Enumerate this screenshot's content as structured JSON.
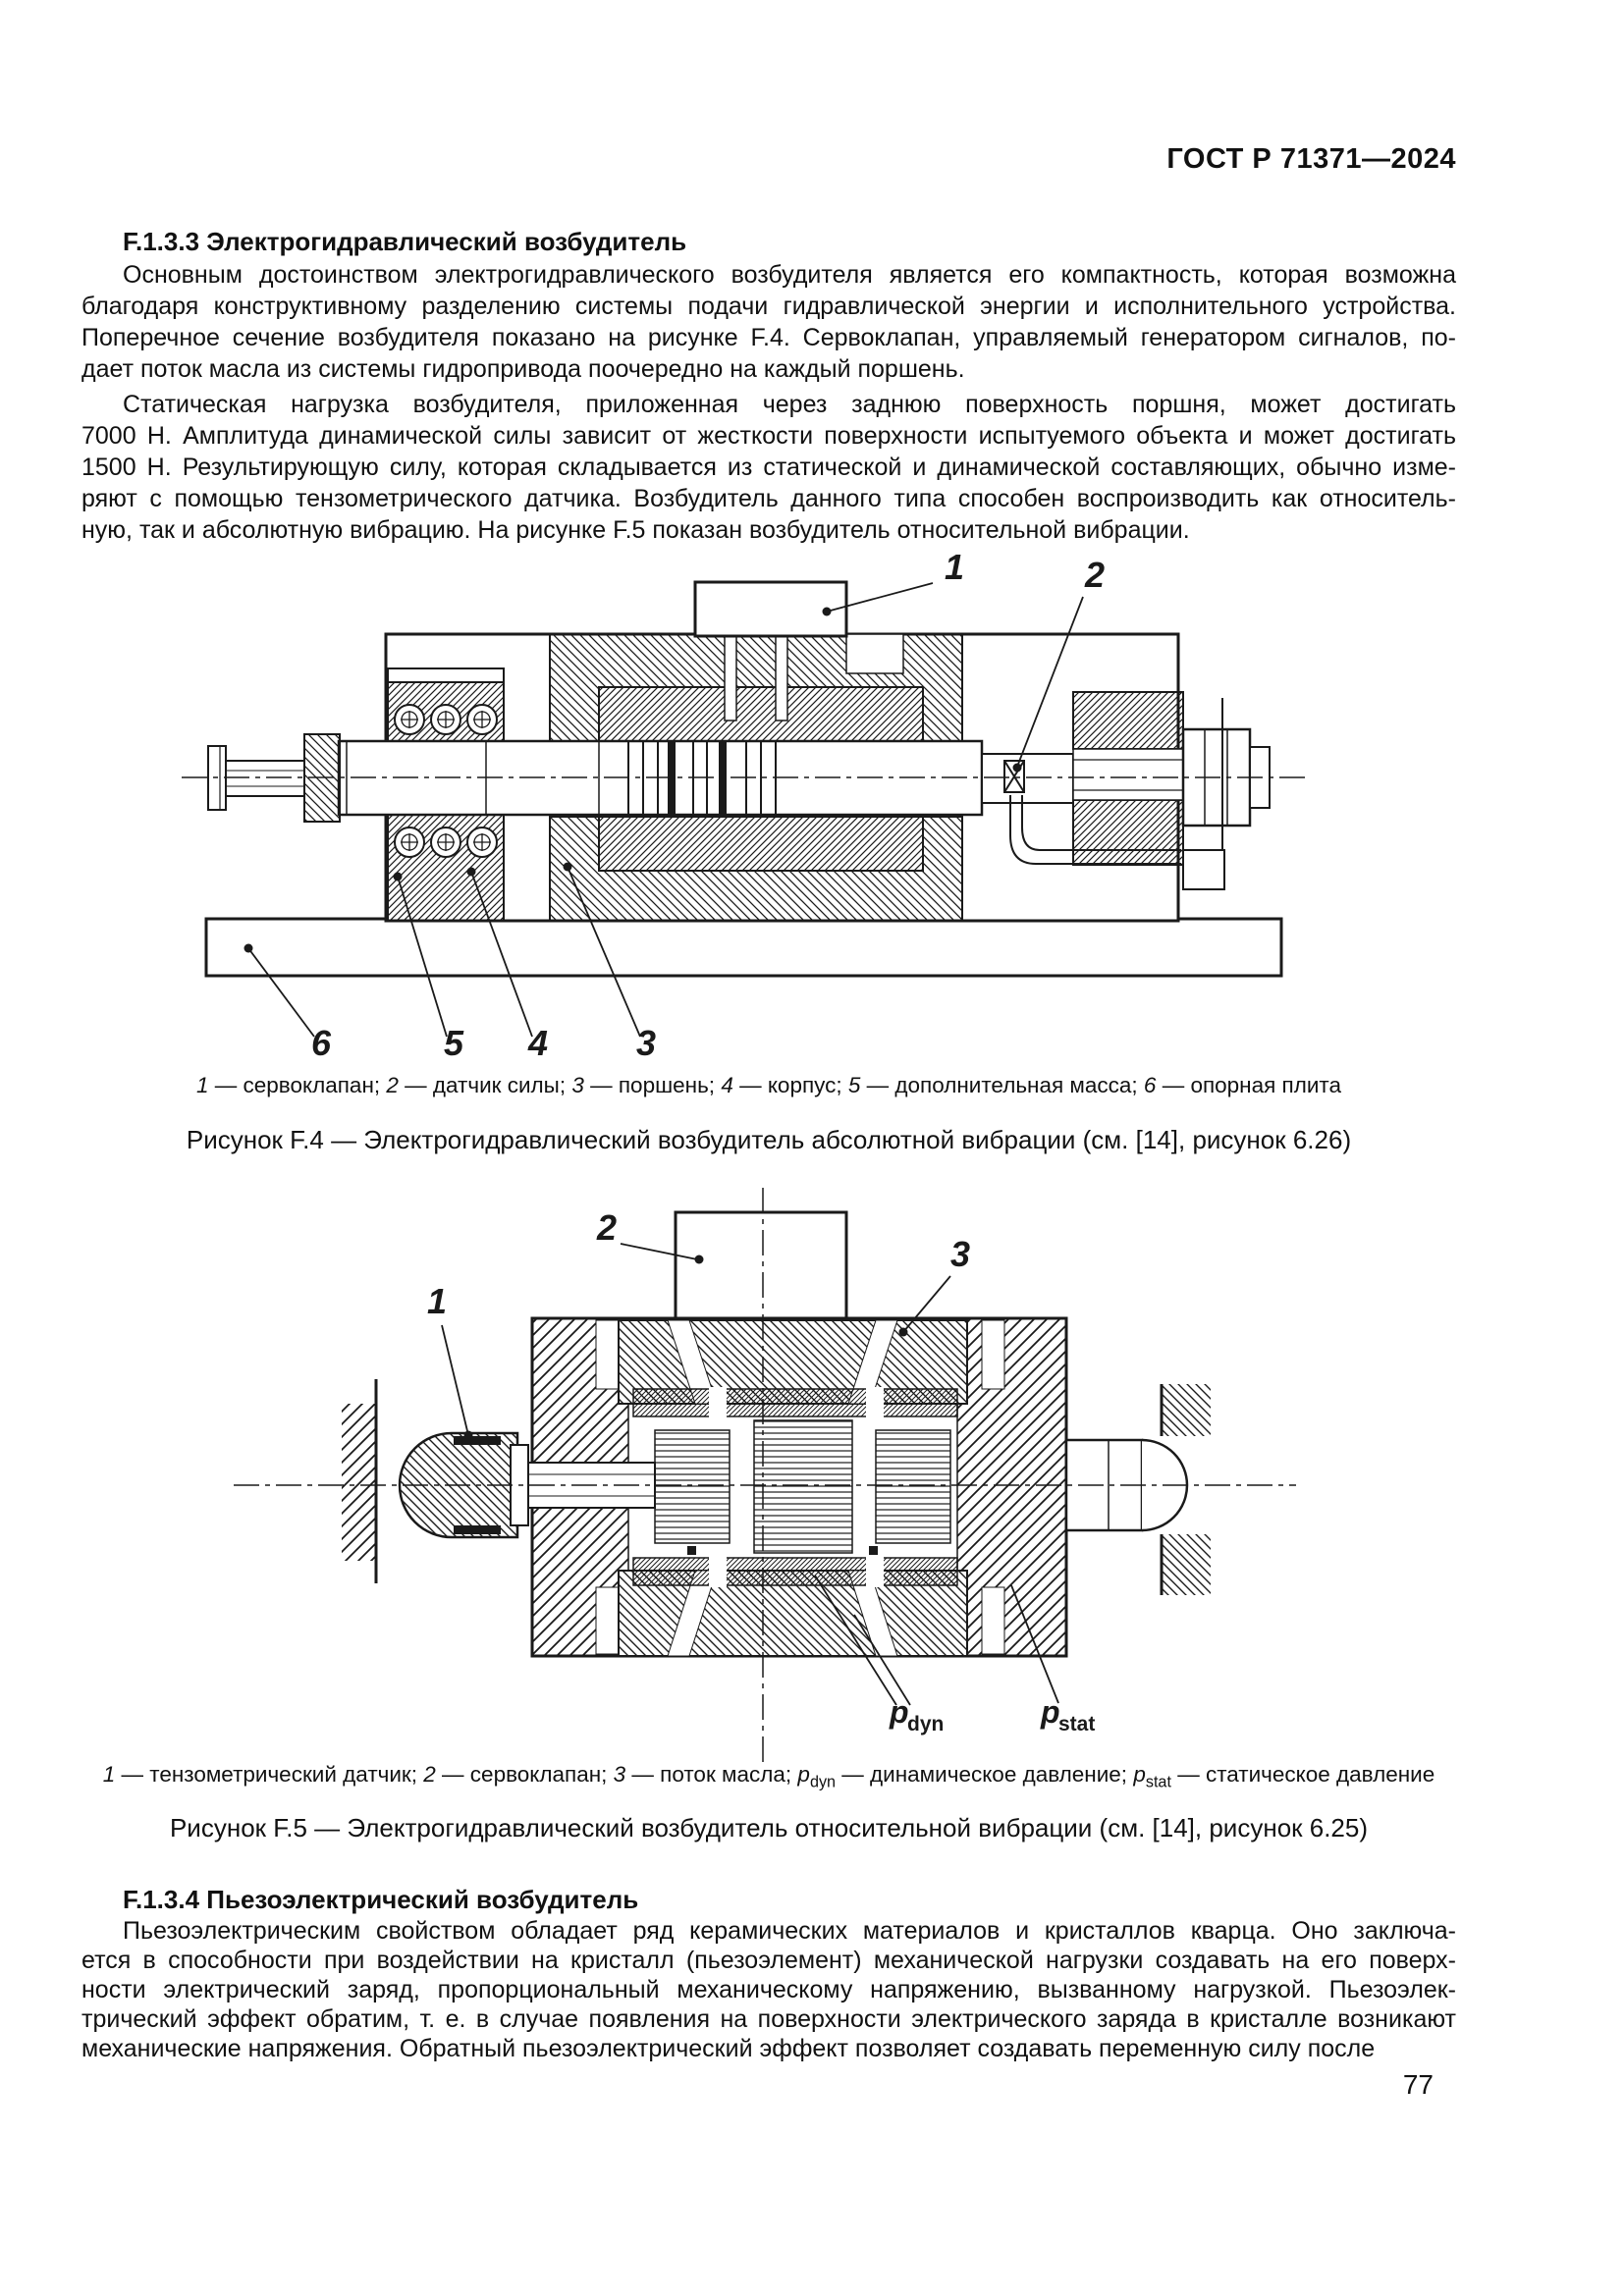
{
  "page": {
    "standard_ref": "ГОСТ Р 71371—2024",
    "page_number": "77"
  },
  "section_f133": {
    "heading": "F.1.3.3  Электрогидравлический возбудитель",
    "para1_lines": [
      "Основным достоинством электрогидравлического возбудителя является его компактность, которая возможна",
      "благодаря конструктивному разделению системы подачи гидравлической энергии и исполнительного устройства.",
      "Поперечное сечение возбудителя показано на рисунке F.4. Сервоклапан, управляемый генератором сигналов, по-",
      "дает поток масла из системы гидропривода поочередно на каждый поршень."
    ],
    "para2_lines": [
      "Статическая нагрузка возбудителя, приложенная через заднюю поверхность поршня, может достигать",
      "7000 Н. Амплитуда динамической силы зависит от жесткости поверхности испытуемого объекта и может достигать",
      "1500 Н. Результирующую силу, которая складывается из статической и динамической составляющих, обычно изме-",
      "ряют с помощью тензометрического датчика. Возбудитель данного типа способен воспроизводить как относитель-",
      "ную, так и абсолютную вибрацию. На рисунке F.5 показан возбудитель относительной вибрации."
    ]
  },
  "fig4": {
    "labels": {
      "l1": "1",
      "l2": "2",
      "l3": "3",
      "l4": "4",
      "l5": "5",
      "l6": "6"
    },
    "legend": [
      {
        "i": "1",
        "t": " — сервоклапан; "
      },
      {
        "i": "2",
        "t": " — датчик силы; "
      },
      {
        "i": "3",
        "t": " — поршень; "
      },
      {
        "i": "4",
        "t": " — корпус; "
      },
      {
        "i": "5",
        "t": " — дополнительная масса; "
      },
      {
        "i": "6",
        "t": " — опорная плита"
      }
    ],
    "caption": "Рисунок F.4 — Электрогидравлический возбудитель абсолютной вибрации (см. [14], рисунок 6.26)"
  },
  "fig5": {
    "labels": {
      "l1": "1",
      "l2": "2",
      "l3": "3",
      "p_dyn_sym": "p",
      "p_dyn_sub": "dyn",
      "p_stat_sym": "p",
      "p_stat_sub": "stat"
    },
    "legend": [
      {
        "i": "1",
        "t": " — тензометрический датчик; "
      },
      {
        "i": "2",
        "t": " — сервоклапан; "
      },
      {
        "i": "3",
        "t": " — поток масла; "
      },
      {
        "i": "p",
        "sub": "dyn",
        "t": " — динамическое давление; "
      },
      {
        "i": "p",
        "sub": "stat",
        "t": " — статическое давление"
      }
    ],
    "caption": "Рисунок F.5 — Электрогидравлический возбудитель относительной вибрации (см. [14], рисунок 6.25)"
  },
  "section_f134": {
    "heading": "F.1.3.4  Пьезоэлектрический возбудитель",
    "para1_lines": [
      "Пьезоэлектрическим свойством обладает ряд керамических материалов и кристаллов кварца. Оно заключа-",
      "ется в способности при воздействии на кристалл (пьезоэлемент) механической нагрузки создавать на его поверх-",
      "ности электрический заряд, пропорциональный механическому напряжению, вызванному нагрузкой. Пьезоэлек-",
      "трический эффект обратим, т. е. в случае появления на поверхности электрического заряда в кристалле возникают",
      "механические напряжения. Обратный пьезоэлектрический эффект позволяет создавать переменную силу после"
    ]
  }
}
